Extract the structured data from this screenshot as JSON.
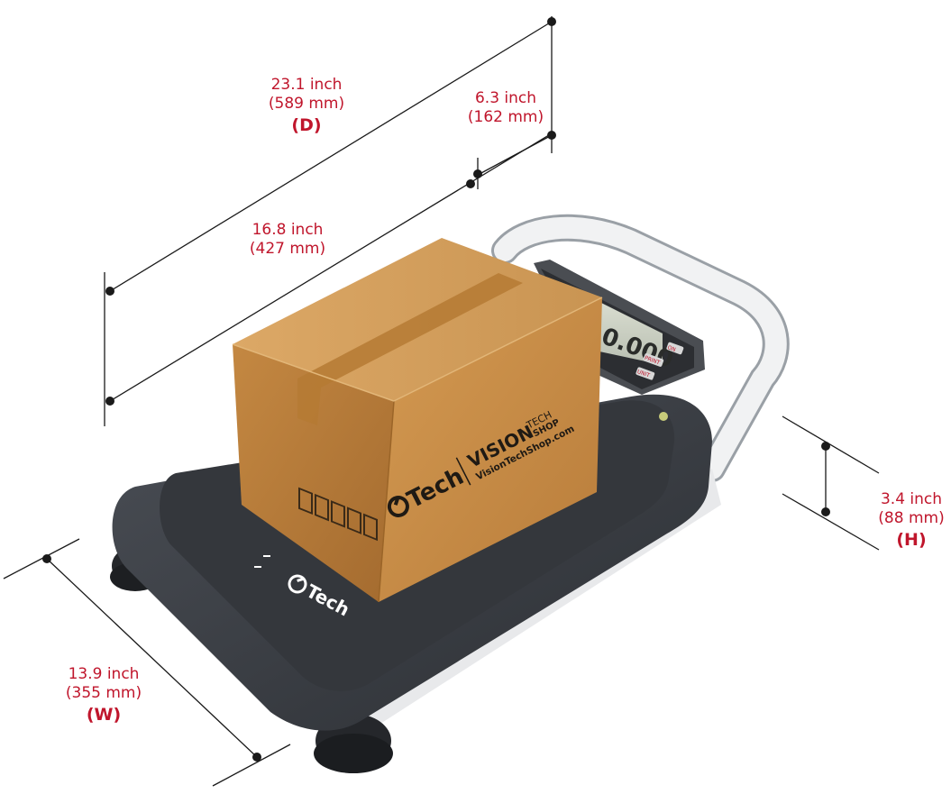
{
  "dimensions": {
    "depth": {
      "inch": "23.1 inch",
      "mm": "(589 mm)",
      "code": "(D)"
    },
    "display_depth": {
      "inch": "6.3 inch",
      "mm": "(162 mm)"
    },
    "platform_depth": {
      "inch": "16.8 inch",
      "mm": "(427 mm)"
    },
    "height": {
      "inch": "3.4 inch",
      "mm": "(88 mm)",
      "code": "(H)"
    },
    "width": {
      "inch": "13.9 inch",
      "mm": "(355 mm)",
      "code": "(W)"
    }
  },
  "box": {
    "brand": "Tech",
    "shop_name": "VISION",
    "shop_sub_top": "TECH",
    "shop_sub_bottom": "SHOP",
    "shop_url": "VisionTechShop.com"
  },
  "scale": {
    "brand": "Tech",
    "display_reading": "0.000",
    "buttons": [
      "ON",
      "PRINT",
      "UNIT"
    ]
  },
  "colors": {
    "label": "#c0162c",
    "cardboard": "#c98f4a",
    "scale_body": "#3a3d42"
  }
}
